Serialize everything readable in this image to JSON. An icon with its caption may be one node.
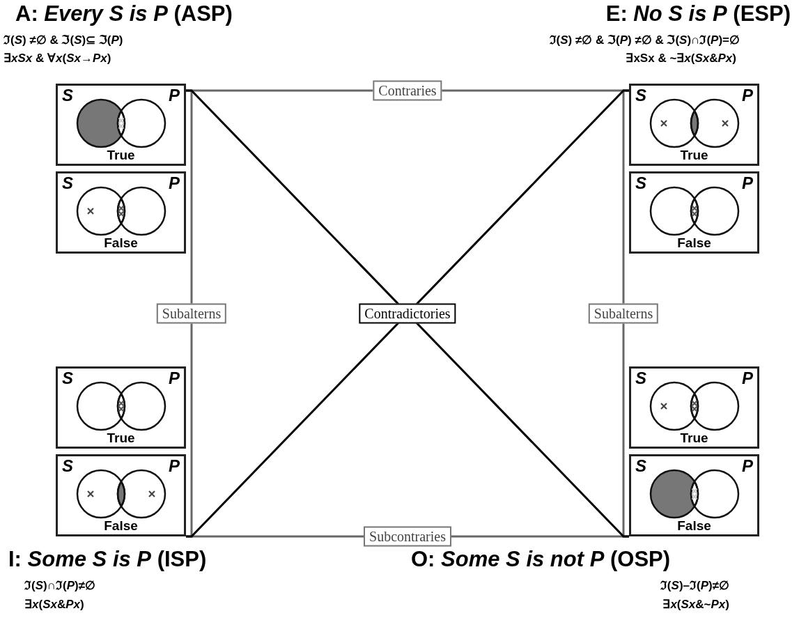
{
  "diagram": {
    "nodes": [
      {
        "text": [
          "S",
          "P",
          "True"
        ]
      },
      {
        "text": [
          "S",
          "P",
          "True"
        ]
      },
      {
        "text": [
          "S",
          "P",
          "False"
        ]
      },
      {
        "text": [
          "S",
          "P",
          "False"
        ]
      },
      {
        "text": [
          "S",
          "P",
          "True"
        ]
      },
      {
        "text": [
          "S",
          "P",
          "True"
        ]
      },
      {
        "text": [
          "S",
          "P",
          "False"
        ]
      },
      {
        "text": [
          "S",
          "P",
          "False"
        ]
      }
    ],
    "edges": [
      {
        "from": 0,
        "to": 1,
        "arrow": "none",
        "label": "Contraries"
      },
      {
        "from": 0,
        "to": 6,
        "arrow": "none",
        "label": "Subalterns"
      },
      {
        "from": 1,
        "to": 7,
        "arrow": "none",
        "label": "Subalterns"
      },
      {
        "from": 0,
        "to": 7,
        "arrow": "none",
        "label": "Contradictories",
        "color": "#000000"
      },
      {
        "from": 1,
        "to": 6,
        "arrow": "none",
        "color": "#000000"
      },
      {
        "from": 6,
        "to": 7,
        "arrow": "none",
        "label": "Subcontraries"
      }
    ],
    "labels": [
      "A:  *Every S is P*  (ASP)",
      "E:  *No S is P* (ESP)",
      "ℑ(*S*) ≠∅ & ℑ(*S*)⊆ ℑ(*P*)",
      "ℑ(*S*) ≠∅ & ℑ(*P*) ≠∅ & ℑ(*S*)∩ℑ(*P*)=∅",
      "∃*xSx* & ∀*x*(*Sx*→*Px*)",
      "∃xSx  & ~∃*x*(*Sx*&*Px*)",
      "I:  *Some S is P*  (ISP)",
      "O:  *Some S is not P* (OSP)",
      "ℑ(*S*)∩ℑ(*P*)≠∅",
      "ℑ(*S*)–ℑ(*P*)≠∅",
      "∃*x*(*Sx*&*Px*)",
      "∃*x*(*Sx*&~*Px*)"
    ]
  }
}
